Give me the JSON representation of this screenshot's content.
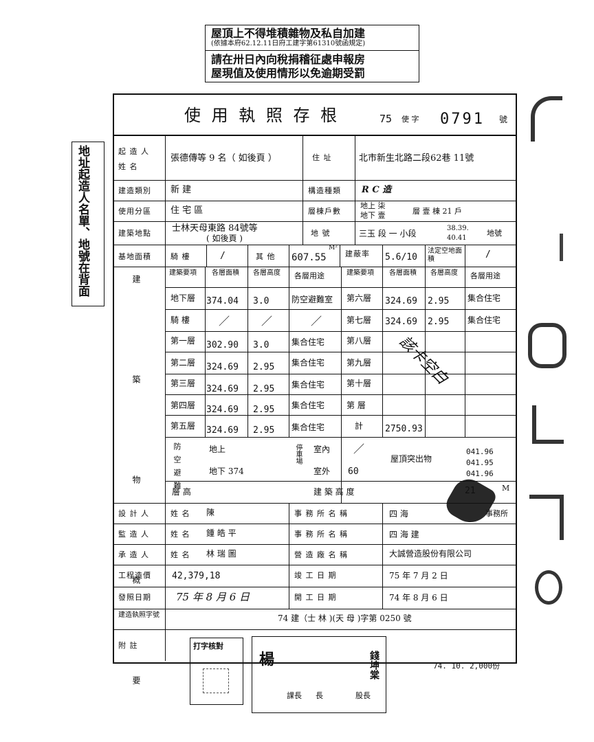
{
  "notice": {
    "line1": "屋頂上不得堆積雜物及私自加建",
    "line2": "(依據本府62.12.11日府工建字第61310號函規定)",
    "line3": "請在卅日內向稅捐稽征處申報房",
    "line4": "屋現值及使用情形以免逾期受罰"
  },
  "title": "使 用 執 照 存 根",
  "license": {
    "year": "75",
    "prefix": "使 字",
    "number": "0791",
    "suffix": "號"
  },
  "left_note": "地址起造人名單、地號在背面",
  "rows": {
    "applicant_label": "起 造 人 姓 名",
    "applicant_value": "張德傳等 9 名（ 如後頁 ）",
    "address_label": "住 址",
    "address_value": "北市新生北路二段62巷 11號",
    "build_type_label": "建造類別",
    "build_type_value": "新 建",
    "structure_label": "構造種類",
    "structure_value": "R C 造",
    "zone_label": "使用分區",
    "zone_value": "住 宅 區",
    "floors_label": "層棟戶數",
    "floors_value_top": "地上 柒",
    "floors_value_bottom": "地下 壹",
    "floors_unit": "層  壹  棟  21  戶",
    "site_label": "建築地點",
    "site_value": "士林天母東路 84號等",
    "site_note": "( 如後頁 )",
    "lot_label": "地 號",
    "lot_value": "三玉 段 一 小段",
    "lot_numbers": "38.39. 40.41",
    "lot_suffix": "地號",
    "base_area_label": "基地面積",
    "arcade_label": "騎 樓",
    "other_label": "其 他",
    "other_value": "607.55",
    "coverage_label": "建蔽率",
    "coverage_value": "5.6/10",
    "legal_open_label": "法定空地面積"
  },
  "building_header": {
    "section": "建 築 物 概 要",
    "item": "建築要項",
    "area": "各層面積",
    "height": "各層高度",
    "use": "各層用途"
  },
  "floors_left": [
    {
      "name": "地下層",
      "area": "374.04",
      "height": "3.0",
      "use": "防空避難室"
    },
    {
      "name": "騎 樓",
      "area": "／",
      "height": "／",
      "use": "／"
    },
    {
      "name": "第一層",
      "area": "302.90",
      "height": "3.0",
      "use": "集合住宅"
    },
    {
      "name": "第二層",
      "area": "324.69",
      "height": "2.95",
      "use": "集合住宅"
    },
    {
      "name": "第三層",
      "area": "324.69",
      "height": "2.95",
      "use": "集合住宅"
    },
    {
      "name": "第四層",
      "area": "324.69",
      "height": "2.95",
      "use": "集合住宅"
    },
    {
      "name": "第五層",
      "area": "324.69",
      "height": "2.95",
      "use": "集合住宅"
    }
  ],
  "floors_right": [
    {
      "name": "第六層",
      "area": "324.69",
      "height": "2.95",
      "use": "集合住宅"
    },
    {
      "name": "第七層",
      "area": "324.69",
      "height": "2.95",
      "use": "集合住宅"
    },
    {
      "name": "第八層",
      "area": "",
      "height": "",
      "use": ""
    },
    {
      "name": "第九層",
      "area": "",
      "height": "",
      "use": ""
    },
    {
      "name": "第十層",
      "area": "",
      "height": "",
      "use": ""
    },
    {
      "name": "第 層",
      "area": "",
      "height": "",
      "use": ""
    },
    {
      "name": "計",
      "area": "2750.93",
      "height": "",
      "use": ""
    }
  ],
  "extra": {
    "shelter_label": "防空避難",
    "shelter_up": "地上",
    "shelter_down": "地下 374",
    "parking_label": "停車場",
    "indoor_label": "室內",
    "indoor_value": "／",
    "outdoor_label": "室外",
    "outdoor_value": "60",
    "roof_label": "屋頂突出物",
    "roof_values": [
      "041.96",
      "041.95",
      "041.96"
    ],
    "height_label": "層 高",
    "bldg_height_label": "建 築 高 度",
    "bldg_height_value": "21"
  },
  "people": {
    "designer_label": "設 計 人",
    "supervisor_label": "監 造 人",
    "contractor_label": "承 造 人",
    "name_label": "姓 名",
    "designer_name": "陳 ",
    "supervisor_name": "鍾 皓 平",
    "contractor_name": "林 瑞 圖",
    "office_label": "事 務 所 名 稱",
    "factory_label": "營 造 廠 名 稱",
    "designer_office": "四 海",
    "designer_office_suffix": "事務所",
    "supervisor_office": "四 海 建",
    "contractor_office": "大誠營造股份有限公司"
  },
  "dates": {
    "cost_label": "工程造價",
    "cost_value": "42,379,18",
    "completion_label": "竣 工 日 期",
    "completion_value": "75 年 7 月 2 日",
    "issue_label": "發照日期",
    "issue_value": "75 年 8 月 6 日",
    "start_label": "開 工 日 期",
    "start_value": "74 年 8 月 6 日",
    "permit_label": "建造執照字號",
    "permit_value": "74 建（士 林 )(天 母 )字第 0250 號"
  },
  "remark_label": "附 註",
  "print_note": "74. 10. 2,000份",
  "stamps": {
    "typist": "打字核對",
    "seal1": "楊",
    "chief": "長",
    "section_chief": "股長",
    "dept": "課長",
    "seal_name": "錢坤棠"
  },
  "units": {
    "m2": "M²",
    "m": "M"
  },
  "handwriting": "該卡空白"
}
